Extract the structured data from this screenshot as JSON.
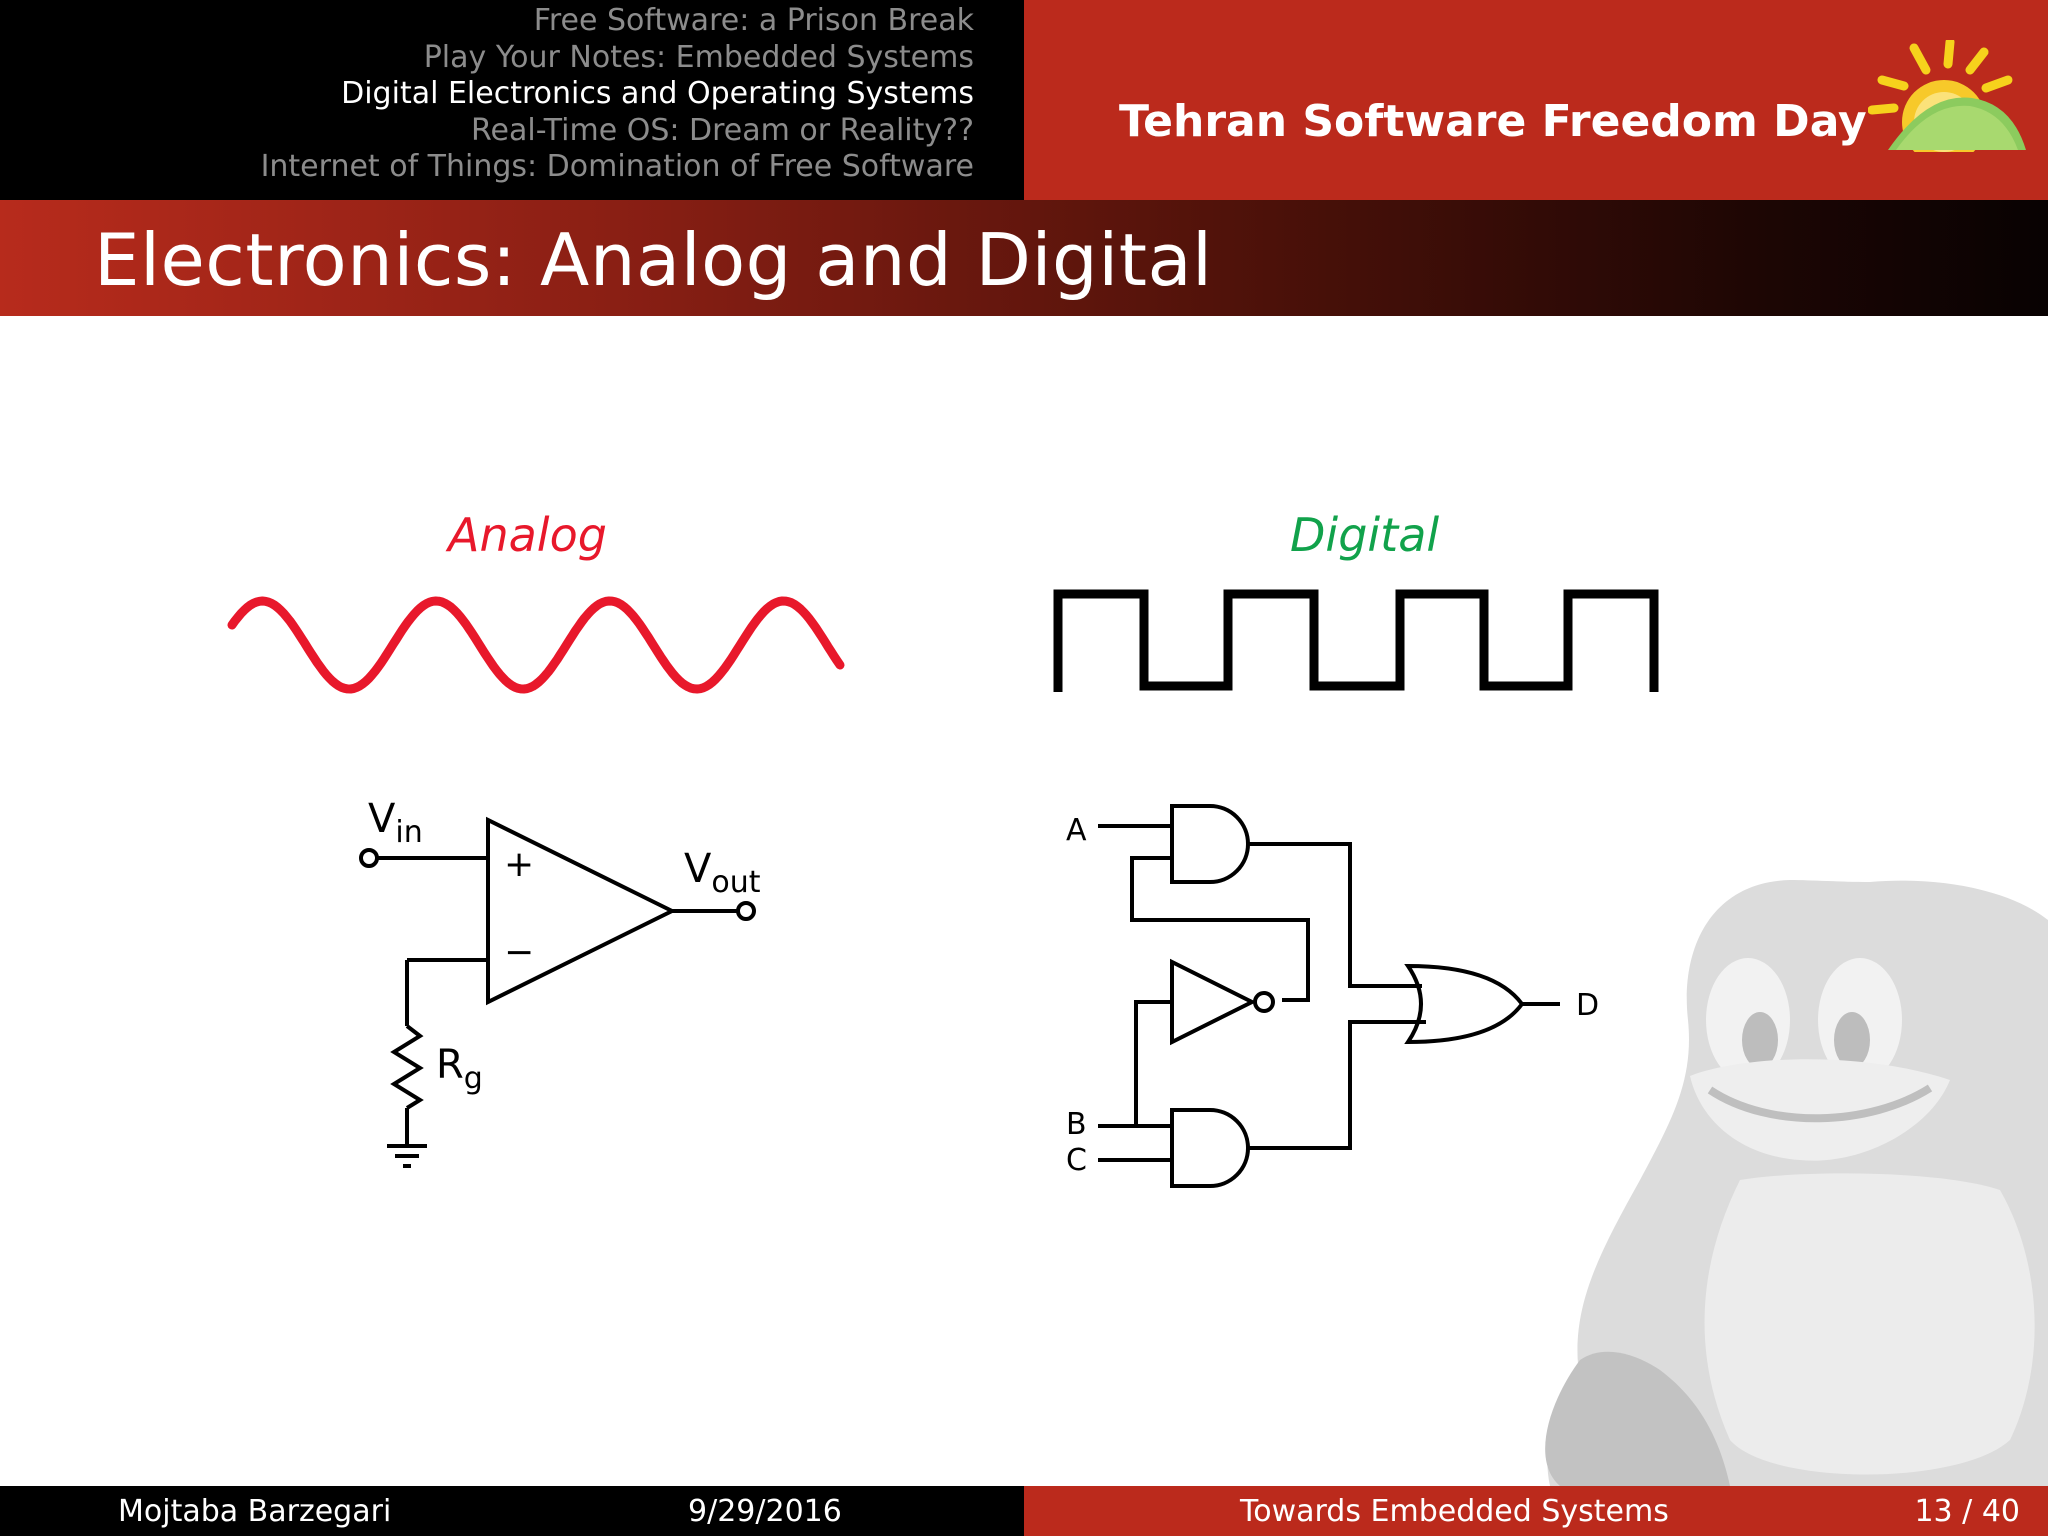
{
  "header": {
    "nav_items": [
      "Free Software: a Prison Break",
      "Play Your Notes: Embedded Systems",
      "Digital Electronics and Operating Systems",
      "Real-Time OS: Dream or Reality??",
      "Internet of Things: Domination of Free Software"
    ],
    "active_index": 2,
    "event_title": "Tehran Software Freedom Day"
  },
  "slide": {
    "title": "Electronics: Analog and Digital",
    "analog_label": "Analog",
    "digital_label": "Digital",
    "opamp": {
      "vin": "V",
      "vin_sub": "in",
      "vout": "V",
      "vout_sub": "out",
      "plus": "+",
      "minus": "−",
      "rg": "R",
      "rg_sub": "g"
    },
    "logic": {
      "input_a": "A",
      "input_b": "B",
      "input_c": "C",
      "output_d": "D"
    }
  },
  "footer": {
    "author": "Mojtaba Barzegari",
    "date": "9/29/2016",
    "talk_title": "Towards Embedded Systems",
    "page": "13 / 40"
  },
  "colors": {
    "accent_red": "#bb2a1c",
    "analog_red": "#e8182b",
    "digital_green": "#11a24b"
  },
  "icons": [
    "sun-logo-icon",
    "tux-penguin-icon"
  ]
}
